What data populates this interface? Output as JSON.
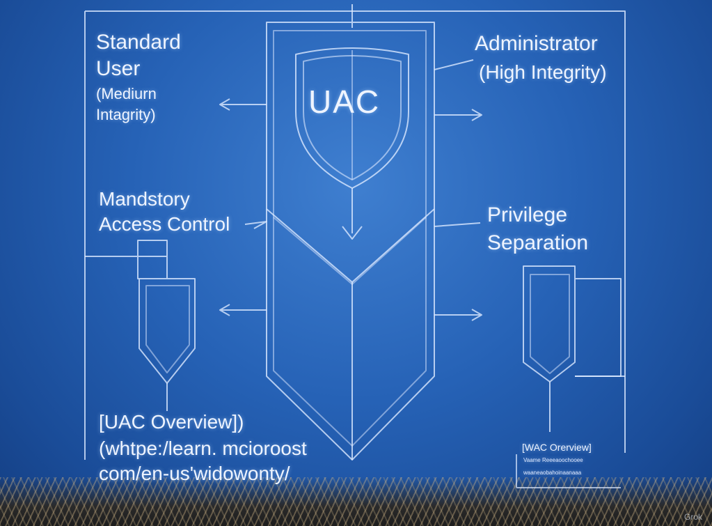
{
  "shield_label": "UAC",
  "left_top": {
    "line1": "Standard",
    "line2": "User",
    "line3": "(Mediurn",
    "line4": "Intagrity)"
  },
  "right_top": {
    "line1": "Administrator",
    "line2": "(High Integrity)"
  },
  "left_mid": {
    "line1": "Mandstory",
    "line2": "Access Control"
  },
  "right_mid": {
    "line1": "Privilege",
    "line2": "Separation"
  },
  "left_bottom": {
    "line1": "[UAC Overview])",
    "line2": "(whtpe:/learn. mcioroost",
    "line3": "com/en-us'widowonty/"
  },
  "right_bottom": {
    "line1": "[WAC Orerview]",
    "line2": "Vaame Reeeaoochooee",
    "line3": "waaneaobahoinaanaaa"
  },
  "watermark": "Grok",
  "colors": {
    "background": "#2662b6",
    "line": "#dbe8ff"
  }
}
